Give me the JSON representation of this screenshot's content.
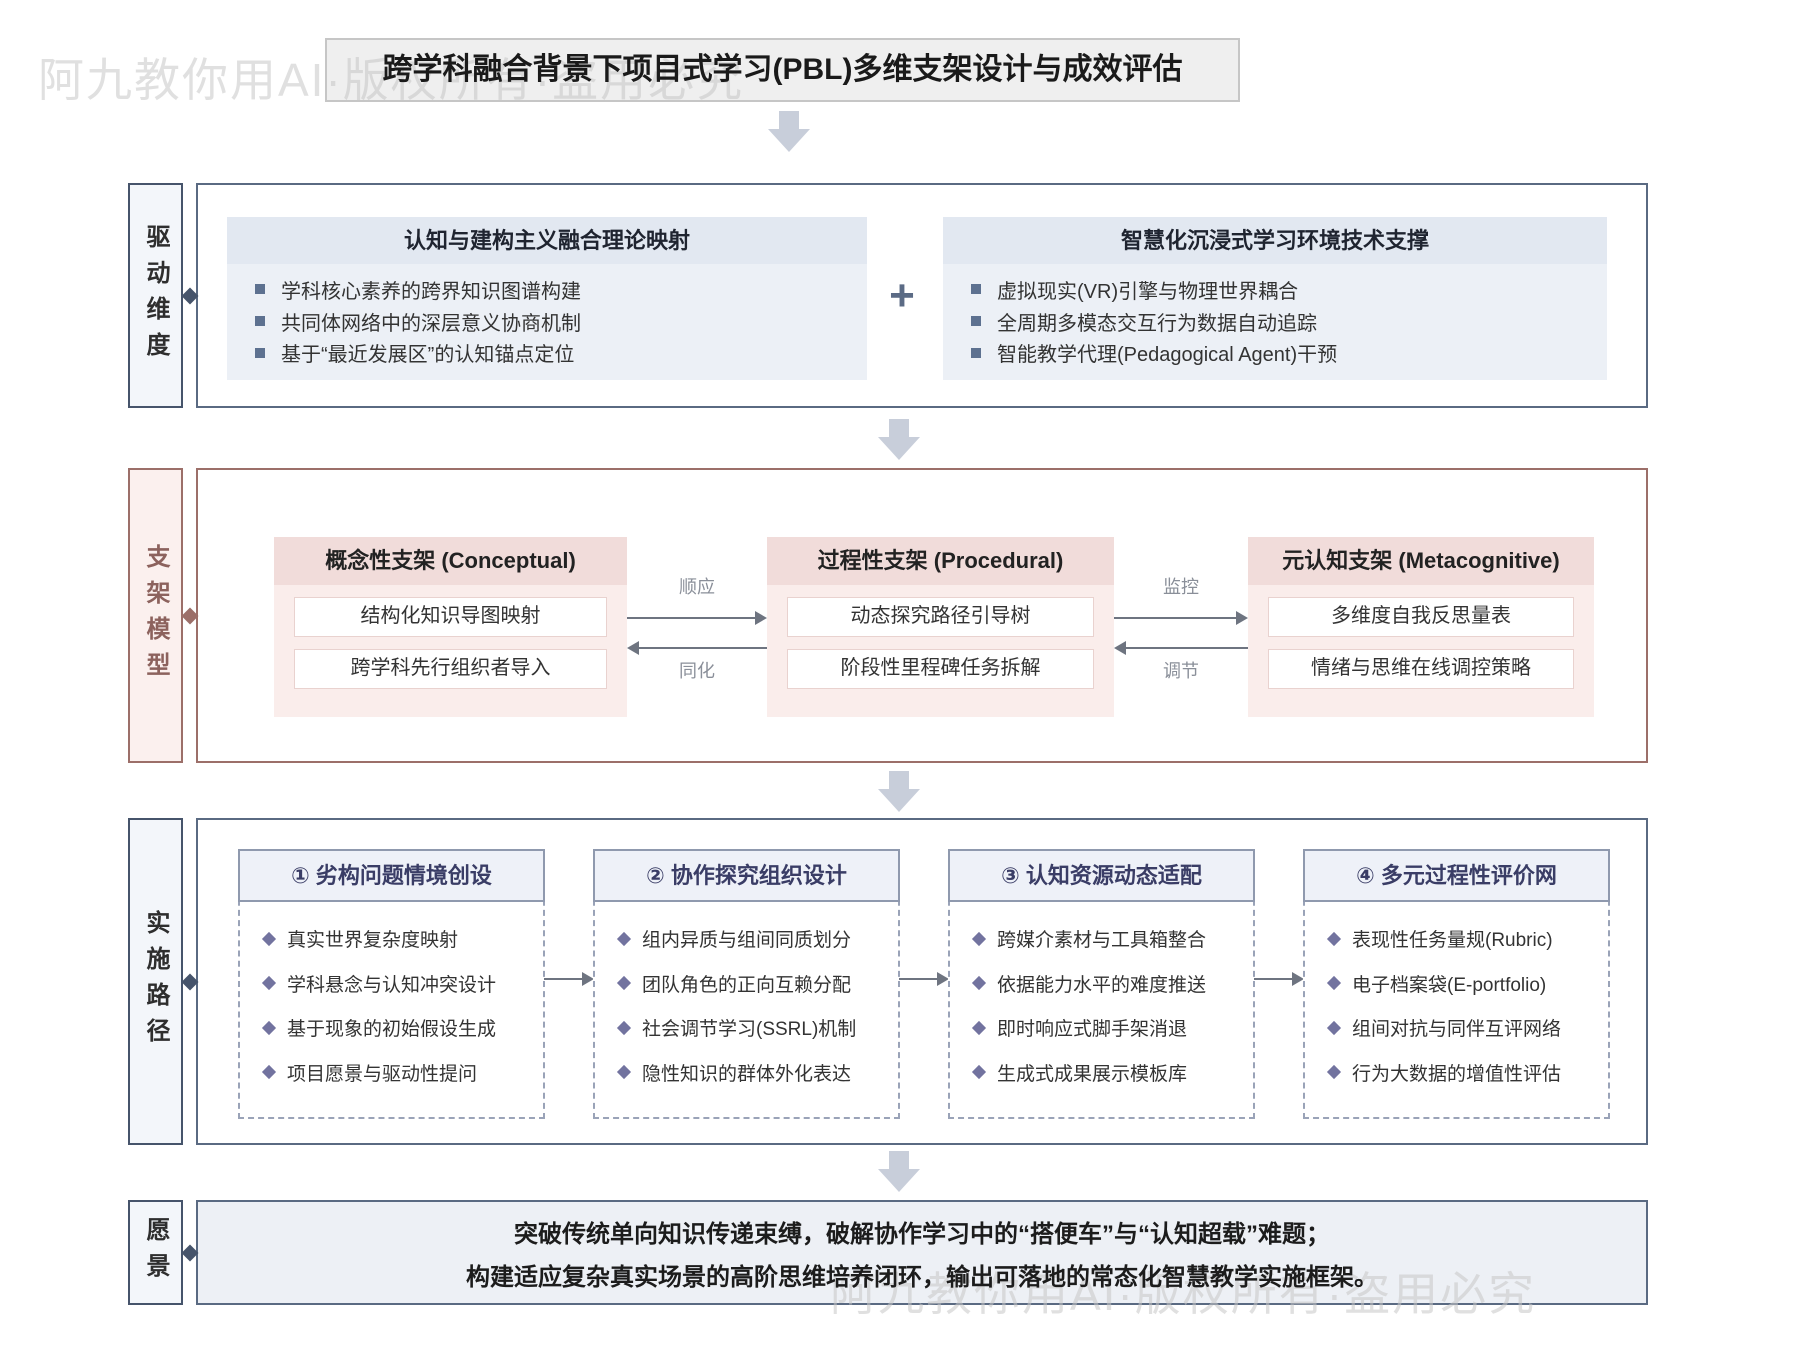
{
  "watermark": "阿九教你用AI·版权所有·盗用必究",
  "title": "跨学科融合背景下项目式学习(PBL)多维支架设计与成效评估",
  "drive": {
    "label": "驱动维度",
    "plus": "+",
    "cards": [
      {
        "title": "认知与建构主义融合理论映射",
        "items": [
          "学科核心素养的跨界知识图谱构建",
          "共同体网络中的深层意义协商机制",
          "基于“最近发展区”的认知锚点定位"
        ]
      },
      {
        "title": "智慧化沉浸式学习环境技术支撑",
        "items": [
          "虚拟现实(VR)引擎与物理世界耦合",
          "全周期多模态交互行为数据自动追踪",
          "智能教学代理(Pedagogical Agent)干预"
        ]
      }
    ]
  },
  "scaffold": {
    "label": "支架模型",
    "cards": [
      {
        "title": "概念性支架 (Conceptual)",
        "items": [
          "结构化知识导图映射",
          "跨学科先行组织者导入"
        ]
      },
      {
        "title": "过程性支架 (Procedural)",
        "items": [
          "动态探究路径引导树",
          "阶段性里程碑任务拆解"
        ]
      },
      {
        "title": "元认知支架 (Metacognitive)",
        "items": [
          "多维度自我反思量表",
          "情绪与思维在线调控策略"
        ]
      }
    ],
    "links": [
      {
        "top": "顺应",
        "bottom": "同化"
      },
      {
        "top": "监控",
        "bottom": "调节"
      }
    ]
  },
  "impl": {
    "label": "实施路径",
    "columns": [
      {
        "title": "① 劣构问题情境创设",
        "items": [
          "真实世界复杂度映射",
          "学科悬念与认知冲突设计",
          "基于现象的初始假设生成",
          "项目愿景与驱动性提问"
        ]
      },
      {
        "title": "② 协作探究组织设计",
        "items": [
          "组内异质与组间同质划分",
          "团队角色的正向互赖分配",
          "社会调节学习(SSRL)机制",
          "隐性知识的群体外化表达"
        ]
      },
      {
        "title": "③ 认知资源动态适配",
        "items": [
          "跨媒介素材与工具箱整合",
          "依据能力水平的难度推送",
          "即时响应式脚手架消退",
          "生成式成果展示模板库"
        ]
      },
      {
        "title": "④ 多元过程性评价网",
        "items": [
          "表现性任务量规(Rubric)",
          "电子档案袋(E-portfolio)",
          "组间对抗与同伴互评网络",
          "行为大数据的增值性评估"
        ]
      }
    ]
  },
  "vision": {
    "label": "愿景",
    "lines": [
      "突破传统单向知识传递束缚，破解协作学习中的“搭便车”与“认知超载”难题；",
      "构建适应复杂真实场景的高阶思维培养闭环，输出可落地的常态化智慧教学实施框架。"
    ]
  },
  "colors": {
    "accent_slate": "#5a6a82",
    "accent_rose": "#9c6f69",
    "arrow_gray": "#c8ceda",
    "header_navy": "#3a3d66"
  }
}
